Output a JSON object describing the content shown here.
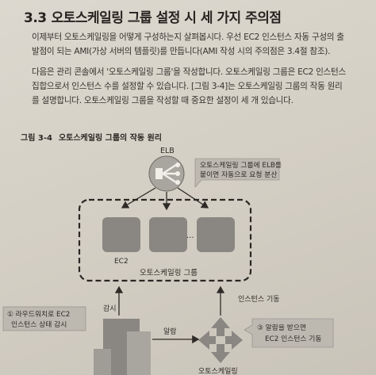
{
  "section": {
    "number": "3.3",
    "title": "오토스케일링 그룹 설정 시 세 가지 주의점"
  },
  "paragraph1": {
    "lines": [
      "이제부터 오토스케일링을 어떻게 구성하는지 살펴봅시다. 우선 EC2 인스턴스 자동 구성의 출",
      "발점이 되는 AMI(가상 서버의 템플릿)를 만듭니다(AMI 작성 시의 주의점은 3.4절 참조)."
    ]
  },
  "paragraph2": {
    "lines": [
      "다음은 관리 콘솔에서 '오토스케일링 그룹'을 작성합니다. 오토스케일링 그룹은 EC2 인스턴스",
      "집합으로서 인스턴스 수를 설정할 수 있습니다. [그림 3-4]는 오토스케일링 그룹의 작동 원리",
      "를 설명합니다. 오토스케일링 그룹을 작성할 때 중요한 설정이 세 개 있습니다."
    ]
  },
  "figure": {
    "number": "그림 3-4",
    "caption": "오토스케일링 그룹의 작동 원리",
    "elb_label": "ELB",
    "elb_callout": [
      "오토스케일링 그룹에 ELB를",
      "붙이면 자동으로 요청 분산"
    ],
    "ellipsis": "...",
    "ec2_label": "EC2",
    "group_label": "오토스케일링 그룹",
    "cloudwatch_callout": [
      "① 라우드워치로 EC2",
      "인스턴스 상태 감시"
    ],
    "watch_label": "감시",
    "launch_label": "인스턴스 기동",
    "alarm_label": "알람",
    "autoscale_callout": [
      "③ 알람을 받으면",
      "EC2 인스턴스 기동"
    ],
    "bottom_label": "오토스케일링",
    "colors": {
      "icon_gray": "#8a8782",
      "elb_fill": "#a9a6a0",
      "dashed_border": "#2a2724",
      "callout_fill": "#bdb9b1"
    }
  }
}
